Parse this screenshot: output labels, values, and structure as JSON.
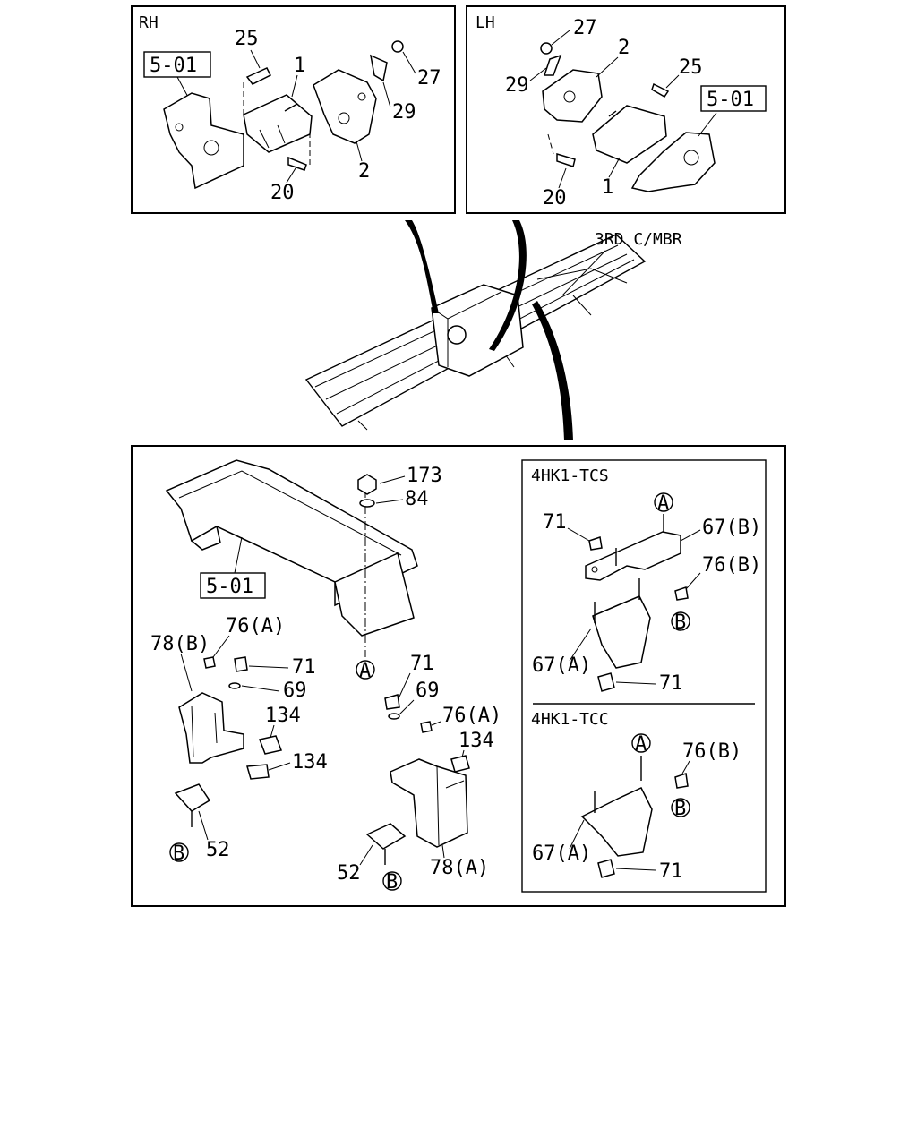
{
  "panels": {
    "rh": {
      "title": "RH",
      "ref": "5-01",
      "callouts": {
        "c25": "25",
        "c1": "1",
        "c27": "27",
        "c29": "29",
        "c2": "2",
        "c20": "20"
      }
    },
    "lh": {
      "title": "LH",
      "ref": "5-01",
      "callouts": {
        "c27": "27",
        "c2": "2",
        "c29": "29",
        "c25": "25",
        "c20": "20",
        "c1": "1"
      }
    },
    "overview": {
      "label": "3RD C/MBR"
    },
    "main": {
      "ref": "5-01",
      "callouts": {
        "c173": "173",
        "c84": "84",
        "cA_bottom": "A",
        "c78B": "78(B)",
        "c76A_left": "76(A)",
        "c71_left": "71",
        "c69_left": "69",
        "c134_left_top": "134",
        "c134_left_bottom": "134",
        "c52_left": "52",
        "cB_left": "B",
        "c71_right": "71",
        "c69_right": "69",
        "c76A_right": "76(A)",
        "c134_right": "134",
        "c52_right": "52",
        "cB_right": "B",
        "c78A": "78(A)"
      }
    },
    "tcs": {
      "title": "4HK1-TCS",
      "callouts": {
        "cA": "A",
        "c71_top": "71",
        "c67B": "67(B)",
        "c76B": "76(B)",
        "cB": "B",
        "c67A": "67(A)",
        "c71_bottom": "71"
      }
    },
    "tcc": {
      "title": "4HK1-TCC",
      "callouts": {
        "cA": "A",
        "c76B": "76(B)",
        "cB": "B",
        "c67A": "67(A)",
        "c71": "71"
      }
    }
  }
}
